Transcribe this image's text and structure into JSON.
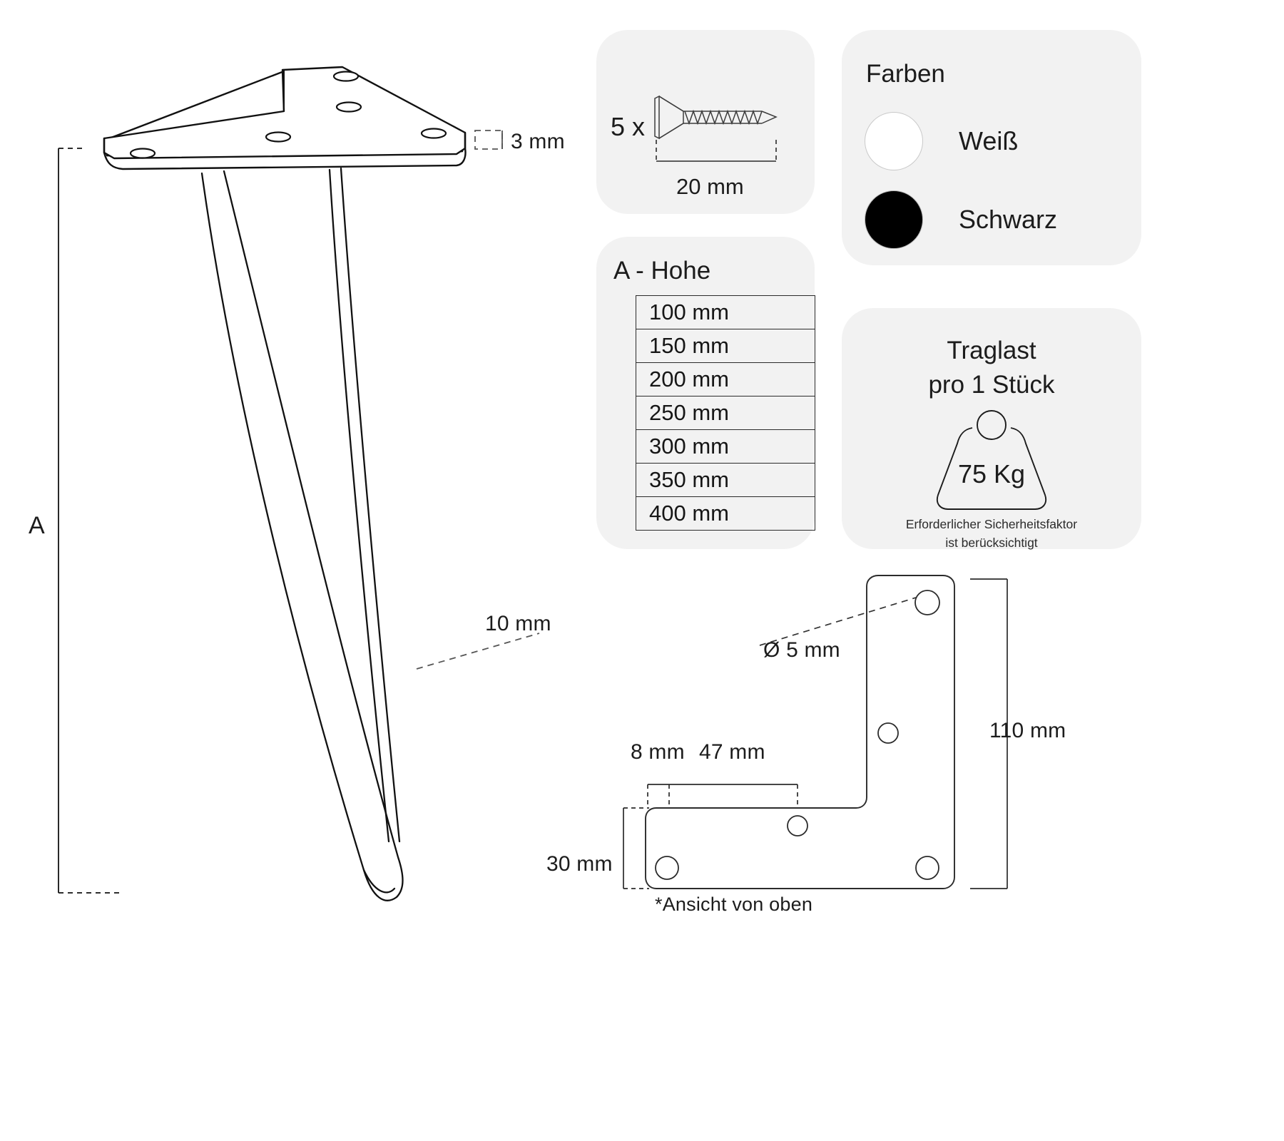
{
  "product": {
    "type": "hairpin-furniture-leg-spec-sheet",
    "language": "de"
  },
  "main_drawing": {
    "name": "hairpin-leg-perspective-view",
    "height_label": "A",
    "plate_thickness": "3 mm",
    "rod_diameter": "10 mm"
  },
  "screw_card": {
    "quantity": "5 x",
    "length": "20 mm",
    "icon": "countersunk-screw-icon"
  },
  "colors_card": {
    "title": "Farben",
    "options": [
      {
        "label": "Weiß",
        "hex": "#ffffff",
        "swatch": "color-swatch-white"
      },
      {
        "label": "Schwarz",
        "hex": "#000000",
        "swatch": "color-swatch-black"
      }
    ]
  },
  "height_card": {
    "title": "A - Hohe",
    "rows": [
      "100 mm",
      "150 mm",
      "200 mm",
      "250 mm",
      "300 mm",
      "350 mm",
      "400 mm"
    ]
  },
  "load_card": {
    "title_line1": "Traglast",
    "title_line2": "pro 1 Stück",
    "value": "75 Kg",
    "icon": "weight-icon",
    "note_line1": "Erforderlicher Sicherheitsfaktor",
    "note_line2": "ist berücksichtigt"
  },
  "top_view": {
    "caption": "*Ansicht von oben",
    "hole_diameter": "Ø 5 mm",
    "dim_height": "110 mm",
    "dim_depth": "30 mm",
    "dim_edge": "8 mm",
    "dim_span": "47 mm"
  }
}
